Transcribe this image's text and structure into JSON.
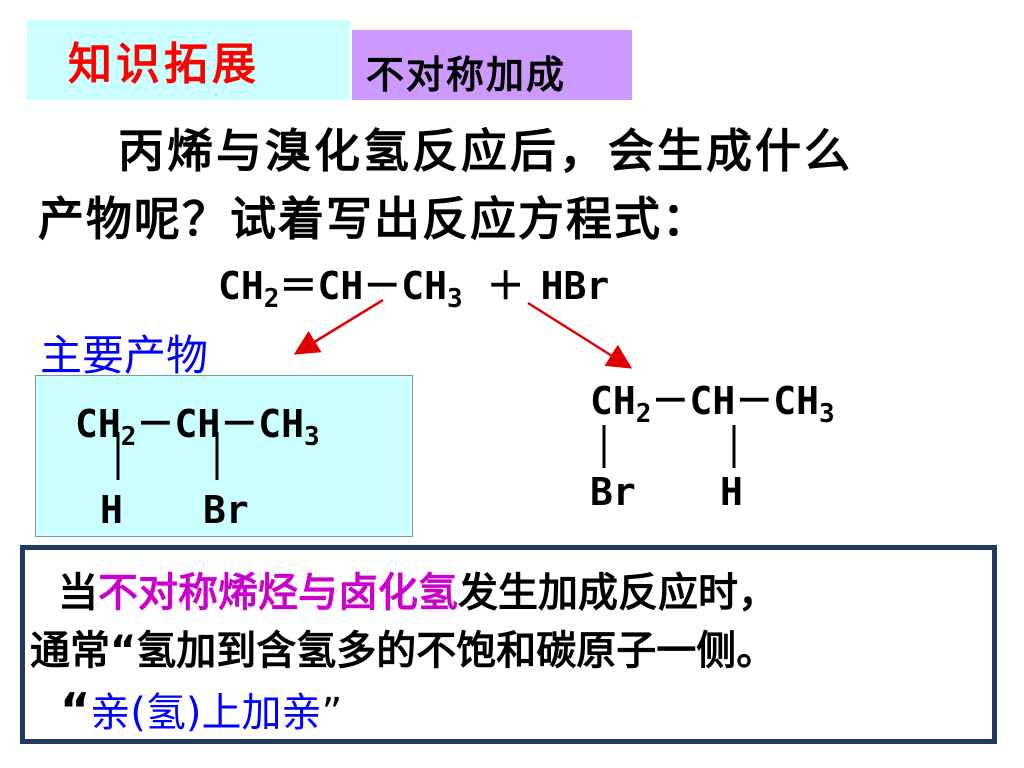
{
  "header": {
    "title": "知识拓展",
    "subtitle": "不对称加成"
  },
  "question": {
    "line1": "丙烯与溴化氢反应后，会生成什么",
    "line2": "产物呢？试着写出反应方程式："
  },
  "reaction": {
    "ch2": "CH",
    "ch2_sub": "2",
    "double_bond": "＝",
    "ch": "CH",
    "single_bond": "－",
    "ch3": "CH",
    "ch3_sub": "3",
    "plus": "＋",
    "reagent": "HBr"
  },
  "main_product": {
    "label": "主要产物",
    "top_ch2": "CH",
    "top_ch2_sub": "2",
    "top_bond1": "－",
    "top_ch": "CH",
    "top_bond2": "－",
    "top_ch3": "CH",
    "top_ch3_sub": "3",
    "sub_left": "H",
    "sub_right": "Br"
  },
  "minor_product": {
    "top_ch2": "CH",
    "top_ch2_sub": "2",
    "top_bond1": "－",
    "top_ch": "CH",
    "top_bond2": "－",
    "top_ch3": "CH",
    "top_ch3_sub": "3",
    "sub_left": "Br",
    "sub_right": "H"
  },
  "rule": {
    "line1_prefix": "当",
    "line1_highlight": "不对称烯烃与卤化氢",
    "line1_suffix": "发生加成反应时，",
    "line2": "通常“氢加到含氢多的不饱和碳原子一侧。",
    "line3_open": "“",
    "line3_text": "亲(氢)上加亲",
    "line3_close": "”"
  },
  "colors": {
    "title_red": "#ff0000",
    "title_bg": "#ccffff",
    "subtitle_bg": "#cc99ff",
    "label_blue": "#0000ff",
    "highlight_magenta": "#cc00cc",
    "arrow_red": "#e00000",
    "rule_border": "#1f3a5a"
  }
}
